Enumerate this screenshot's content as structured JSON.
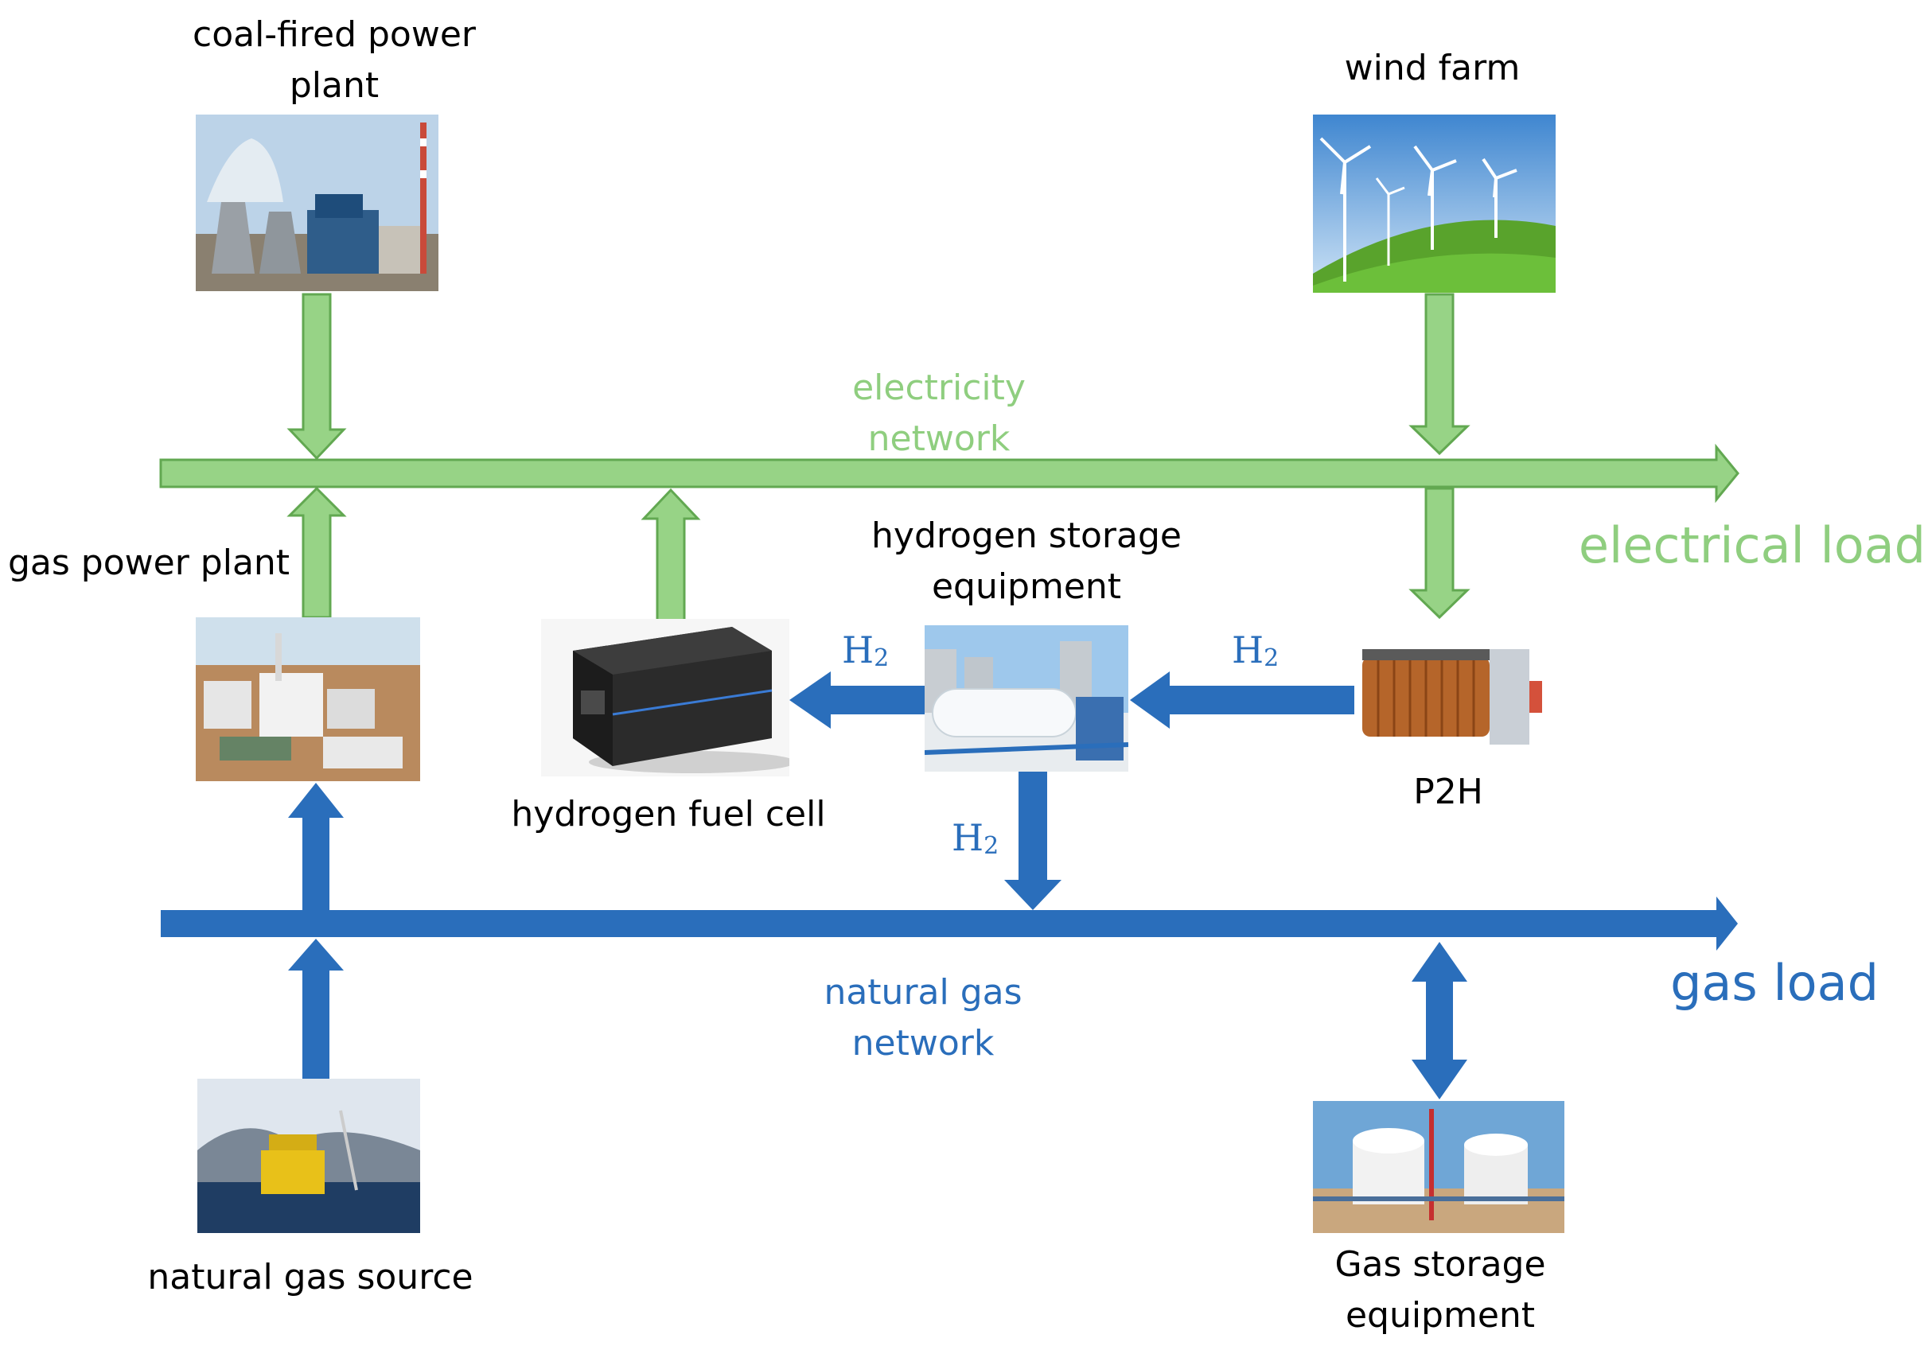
{
  "nodes": {
    "coal_plant": "coal-fired power\nplant",
    "wind_farm": "wind farm",
    "gas_power_plant": "gas power plant",
    "hydrogen_storage": "hydrogen storage\nequipment",
    "hydrogen_fuel_cell": "hydrogen fuel cell",
    "p2h": "P2H",
    "natural_gas_source": "natural gas source",
    "gas_storage": "Gas storage\nequipment"
  },
  "networks": {
    "electricity": "electricity\nnetwork",
    "natural_gas": "natural gas\nnetwork"
  },
  "loads": {
    "electrical": "electrical load",
    "gas": "gas load"
  },
  "flows": {
    "h2_symbol": "H",
    "h2_subscript": "2"
  },
  "colors": {
    "electricity": "#97d386",
    "electricity_stroke": "#62a851",
    "gas": "#2a6ebb"
  }
}
